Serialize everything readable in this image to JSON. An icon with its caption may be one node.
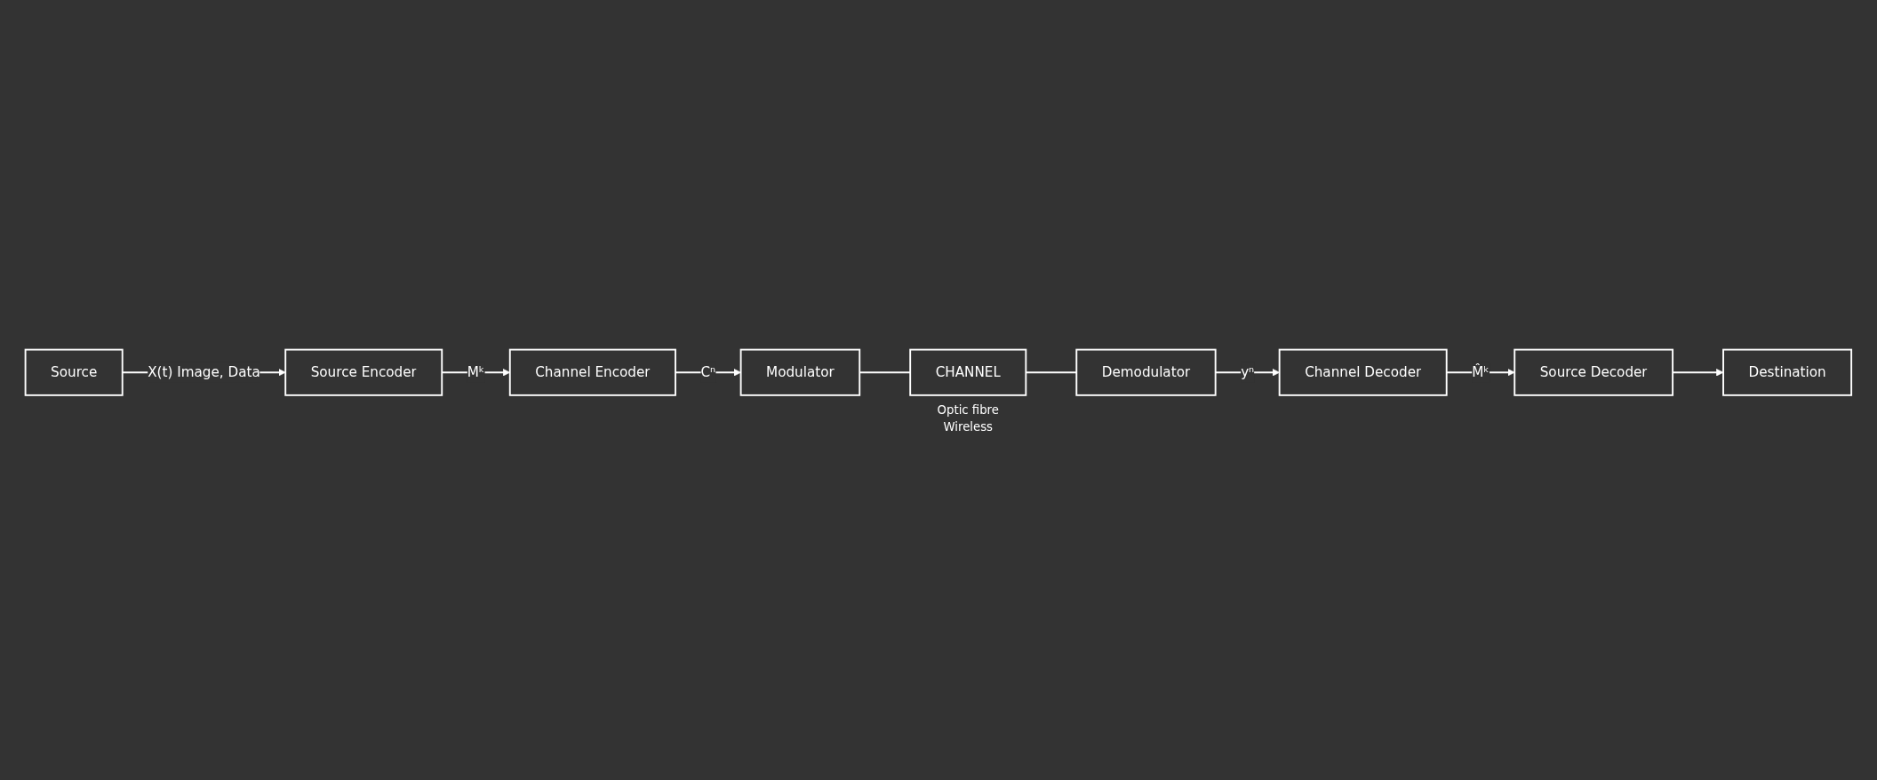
{
  "diagram": {
    "nodes": [
      {
        "text": [
          "Source"
        ]
      },
      {
        "text": [
          "Source Encoder"
        ]
      },
      {
        "text": [
          "Channel Encoder"
        ]
      },
      {
        "text": [
          "Modulator"
        ]
      },
      {
        "text": [
          "CHANNEL"
        ],
        "beside": [
          "Optic fibre",
          "Wireless"
        ]
      },
      {
        "text": [
          "Demodulator"
        ]
      },
      {
        "text": [
          "Channel Decoder"
        ]
      },
      {
        "text": [
          "Source Decoder"
        ]
      },
      {
        "text": [
          "Destination"
        ]
      }
    ],
    "edges": [
      {
        "from": 0,
        "to": 1,
        "arrow": "to",
        "label": "X(t) Image, Data"
      },
      {
        "from": 1,
        "to": 2,
        "arrow": "to",
        "label": "Mᵏ"
      },
      {
        "from": 2,
        "to": 3,
        "arrow": "to",
        "label": "Cⁿ"
      },
      {
        "from": 3,
        "to": 4,
        "arrow": "none"
      },
      {
        "from": 4,
        "to": 5,
        "arrow": "none"
      },
      {
        "from": 5,
        "to": 6,
        "arrow": "to",
        "label": "yⁿ"
      },
      {
        "from": 6,
        "to": 7,
        "arrow": "to",
        "label": "M̂ᵏ"
      },
      {
        "from": 7,
        "to": 8,
        "arrow": "to"
      }
    ]
  }
}
